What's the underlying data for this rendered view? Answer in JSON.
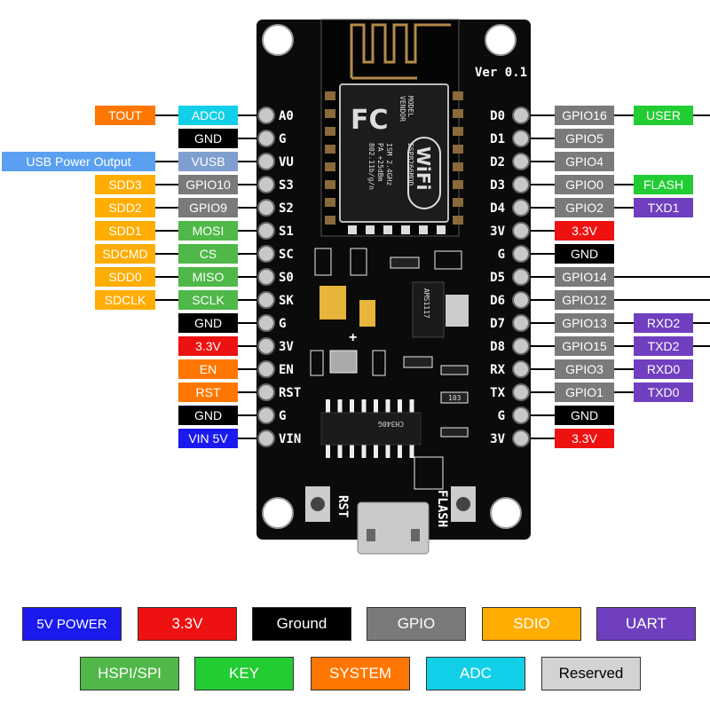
{
  "colors": {
    "power5v": "#1a1aee",
    "power33": "#ee1111",
    "ground": "#000000",
    "gpio": "#7a7a7a",
    "sdio": "#ffad00",
    "uart": "#6f3fbf",
    "hspi": "#4fb848",
    "key": "#22cc33",
    "system": "#ff7700",
    "adc": "#12cfe8",
    "reserved": "#d3d3d3",
    "vusb": "#7f9fcf",
    "usb_power": "#5ba0f0"
  },
  "board": {
    "version": "Ver 0.1",
    "module_model": "MODEL",
    "module_vendor": "VENDOR",
    "module_name": "ESP8266MOD",
    "module_ism": "ISM 2.4GHz",
    "module_pa": "PA +25dBm",
    "module_std": "802.11b/g/n",
    "fcc_logo": "FC",
    "wifi_logo": "WiFi",
    "usb_chip": "CH340G",
    "regulator": "AMS1117",
    "rst_button": "RST",
    "flash_button": "FLASH",
    "resistor_103": "103",
    "plus": "+"
  },
  "left_pins": [
    {
      "pin": "A0",
      "labels": [
        {
          "text": "ADC0",
          "type": "adc"
        },
        {
          "text": "TOUT",
          "type": "system"
        }
      ]
    },
    {
      "pin": "G",
      "labels": [
        {
          "text": "GND",
          "type": "ground"
        }
      ]
    },
    {
      "pin": "VU",
      "labels": [
        {
          "text": "VUSB",
          "type": "vusb"
        },
        {
          "text": "USB Power Output",
          "type": "usb_power"
        }
      ]
    },
    {
      "pin": "S3",
      "labels": [
        {
          "text": "GPIO10",
          "type": "gpio"
        },
        {
          "text": "SDD3",
          "type": "sdio"
        }
      ]
    },
    {
      "pin": "S2",
      "labels": [
        {
          "text": "GPIO9",
          "type": "gpio"
        },
        {
          "text": "SDD2",
          "type": "sdio"
        }
      ]
    },
    {
      "pin": "S1",
      "labels": [
        {
          "text": "MOSI",
          "type": "hspi"
        },
        {
          "text": "SDD1",
          "type": "sdio"
        }
      ]
    },
    {
      "pin": "SC",
      "labels": [
        {
          "text": "CS",
          "type": "hspi"
        },
        {
          "text": "SDCMD",
          "type": "sdio"
        }
      ]
    },
    {
      "pin": "S0",
      "labels": [
        {
          "text": "MISO",
          "type": "hspi"
        },
        {
          "text": "SDD0",
          "type": "sdio"
        }
      ]
    },
    {
      "pin": "SK",
      "labels": [
        {
          "text": "SCLK",
          "type": "hspi"
        },
        {
          "text": "SDCLK",
          "type": "sdio"
        }
      ]
    },
    {
      "pin": "G",
      "labels": [
        {
          "text": "GND",
          "type": "ground"
        }
      ]
    },
    {
      "pin": "3V",
      "labels": [
        {
          "text": "3.3V",
          "type": "power33"
        }
      ]
    },
    {
      "pin": "EN",
      "labels": [
        {
          "text": "EN",
          "type": "system"
        }
      ]
    },
    {
      "pin": "RST",
      "labels": [
        {
          "text": "RST",
          "type": "system"
        }
      ]
    },
    {
      "pin": "G",
      "labels": [
        {
          "text": "GND",
          "type": "ground"
        }
      ]
    },
    {
      "pin": "VIN",
      "labels": [
        {
          "text": "VIN 5V",
          "type": "power5v"
        }
      ]
    }
  ],
  "right_pins": [
    {
      "pin": "D0",
      "labels": [
        {
          "text": "GPIO16",
          "type": "gpio"
        },
        {
          "text": "USER",
          "type": "key"
        }
      ],
      "continues": true
    },
    {
      "pin": "D1",
      "labels": [
        {
          "text": "GPIO5",
          "type": "gpio"
        }
      ]
    },
    {
      "pin": "D2",
      "labels": [
        {
          "text": "GPIO4",
          "type": "gpio"
        }
      ]
    },
    {
      "pin": "D3",
      "labels": [
        {
          "text": "GPIO0",
          "type": "gpio"
        },
        {
          "text": "FLASH",
          "type": "key"
        }
      ]
    },
    {
      "pin": "D4",
      "labels": [
        {
          "text": "GPIO2",
          "type": "gpio"
        },
        {
          "text": "TXD1",
          "type": "uart"
        }
      ]
    },
    {
      "pin": "3V",
      "labels": [
        {
          "text": "3.3V",
          "type": "power33"
        }
      ]
    },
    {
      "pin": "G",
      "labels": [
        {
          "text": "GND",
          "type": "ground"
        }
      ]
    },
    {
      "pin": "D5",
      "labels": [
        {
          "text": "GPIO14",
          "type": "gpio"
        }
      ],
      "continues": true
    },
    {
      "pin": "D6",
      "labels": [
        {
          "text": "GPIO12",
          "type": "gpio"
        }
      ],
      "continues": true
    },
    {
      "pin": "D7",
      "labels": [
        {
          "text": "GPIO13",
          "type": "gpio"
        },
        {
          "text": "RXD2",
          "type": "uart"
        }
      ],
      "continues": true
    },
    {
      "pin": "D8",
      "labels": [
        {
          "text": "GPIO15",
          "type": "gpio"
        },
        {
          "text": "TXD2",
          "type": "uart"
        }
      ],
      "continues": true
    },
    {
      "pin": "RX",
      "labels": [
        {
          "text": "GPIO3",
          "type": "gpio"
        },
        {
          "text": "RXD0",
          "type": "uart"
        }
      ]
    },
    {
      "pin": "TX",
      "labels": [
        {
          "text": "GPIO1",
          "type": "gpio"
        },
        {
          "text": "TXD0",
          "type": "uart"
        }
      ]
    },
    {
      "pin": "G",
      "labels": [
        {
          "text": "GND",
          "type": "ground"
        }
      ]
    },
    {
      "pin": "3V",
      "labels": [
        {
          "text": "3.3V",
          "type": "power33"
        }
      ]
    }
  ],
  "legend": [
    {
      "text": "5V POWER",
      "type": "power5v"
    },
    {
      "text": "3.3V",
      "type": "power33"
    },
    {
      "text": "Ground",
      "type": "ground"
    },
    {
      "text": "GPIO",
      "type": "gpio"
    },
    {
      "text": "SDIO",
      "type": "sdio"
    },
    {
      "text": "UART",
      "type": "uart"
    },
    {
      "text": "HSPI/SPI",
      "type": "hspi"
    },
    {
      "text": "KEY",
      "type": "key"
    },
    {
      "text": "SYSTEM",
      "type": "system"
    },
    {
      "text": "ADC",
      "type": "adc"
    },
    {
      "text": "Reserved",
      "type": "reserved"
    }
  ]
}
